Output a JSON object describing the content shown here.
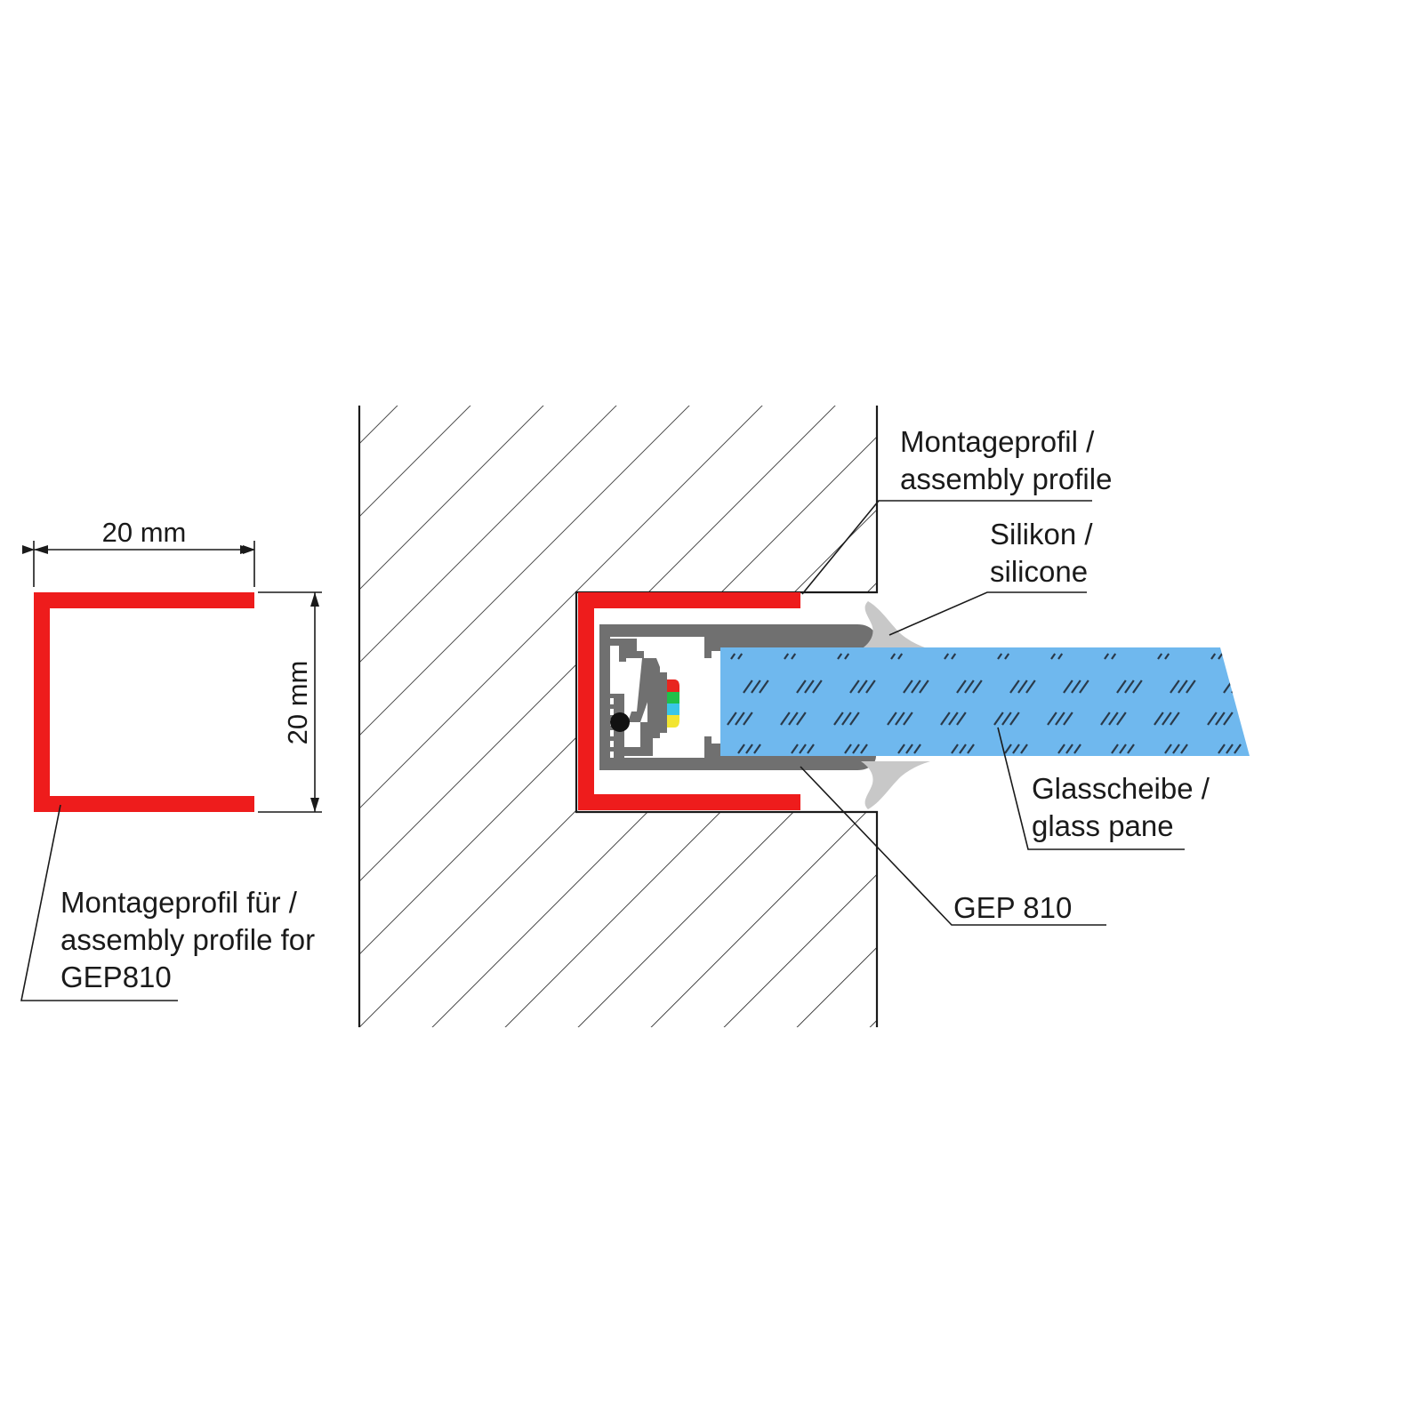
{
  "dimensions": {
    "width_label": "20 mm",
    "height_label": "20 mm"
  },
  "labels": {
    "profile_for": [
      "Montageprofil für /",
      "assembly profile for",
      "GEP810"
    ],
    "assembly_profile": [
      "Montageprofil /",
      "assembly profile"
    ],
    "silicone": [
      "Silikon /",
      "silicone"
    ],
    "glass_pane": [
      "Glasscheibe /",
      "glass pane"
    ],
    "product": "GEP 810"
  },
  "colors": {
    "profile_red": "#ee1c1c",
    "glass_blue": "#6fb8ee",
    "aluminium_grey": "#707070",
    "silicone_grey": "#c8c8c8",
    "line": "#1a1a1a"
  },
  "led_colors": [
    "#e8251f",
    "#1fc14a",
    "#39c6e8",
    "#f2e531"
  ]
}
